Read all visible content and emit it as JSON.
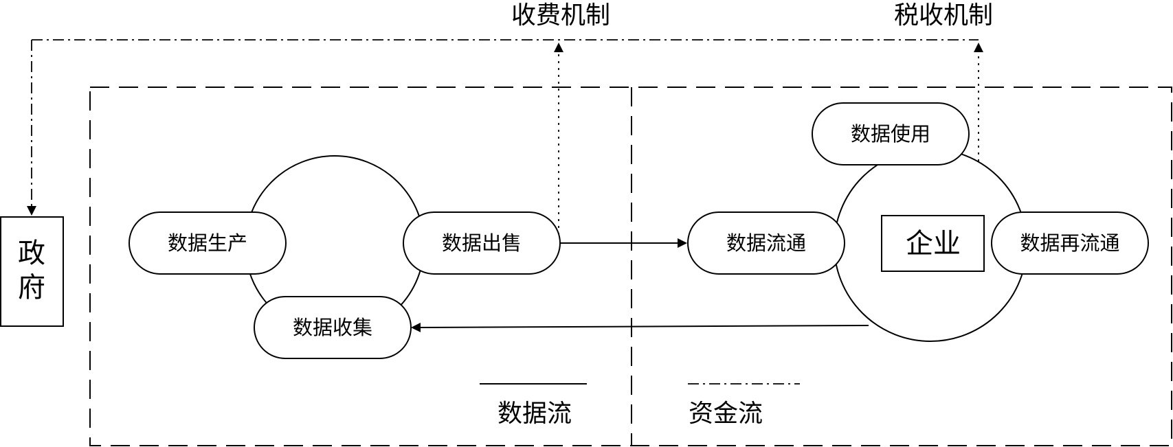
{
  "mechanisms": {
    "fee": "收费机制",
    "tax": "税收机制"
  },
  "government": {
    "char1": "政",
    "char2": "府"
  },
  "enterprise": "企业",
  "nodes": {
    "production": "数据生产",
    "sale": "数据出售",
    "collection": "数据收集",
    "circulation": "数据流通",
    "usage": "数据使用",
    "recirculation": "数据再流通"
  },
  "legend": {
    "data_flow": "数据流",
    "money_flow": "资金流"
  },
  "colors": {
    "stroke": "#000000",
    "background": "#ffffff"
  }
}
